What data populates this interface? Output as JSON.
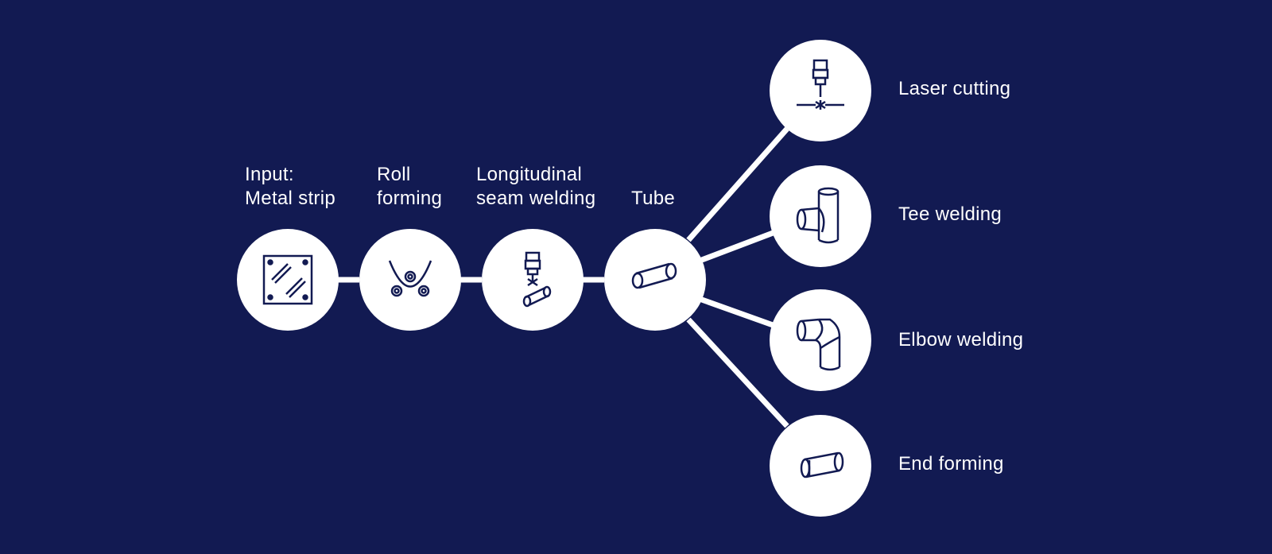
{
  "colors": {
    "background": "#121a52",
    "node": "#ffffff",
    "icon": "#121a52",
    "line": "#ffffff"
  },
  "process": [
    {
      "id": "input",
      "label_lines": [
        "Input:",
        "Metal strip"
      ],
      "icon": "metal-strip-icon"
    },
    {
      "id": "roll-forming",
      "label_lines": [
        "Roll",
        "forming"
      ],
      "icon": "roll-forming-icon"
    },
    {
      "id": "seam-welding",
      "label_lines": [
        "Longitudinal",
        "seam welding"
      ],
      "icon": "seam-welding-icon"
    },
    {
      "id": "tube",
      "label_lines": [
        "Tube"
      ],
      "icon": "tube-icon"
    }
  ],
  "branches": [
    {
      "id": "laser-cutting",
      "label": "Laser cutting",
      "icon": "laser-cutting-icon"
    },
    {
      "id": "tee-welding",
      "label": "Tee welding",
      "icon": "tee-welding-icon"
    },
    {
      "id": "elbow-welding",
      "label": "Elbow welding",
      "icon": "elbow-welding-icon"
    },
    {
      "id": "end-forming",
      "label": "End forming",
      "icon": "end-forming-icon"
    }
  ]
}
